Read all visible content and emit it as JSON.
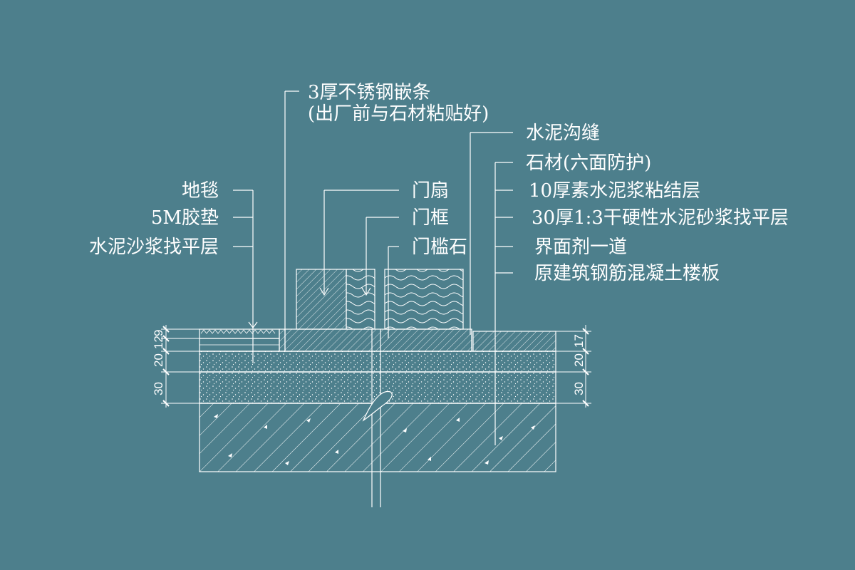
{
  "labels": {
    "left": {
      "carpet": "地毯",
      "rubber_pad": "5M胶垫",
      "cement_screed": "水泥沙浆找平层"
    },
    "top": {
      "steel_strip_1": "3厚不锈钢嵌条",
      "steel_strip_2": "(出厂前与石材粘贴好)"
    },
    "middle": {
      "door_leaf": "门扇",
      "door_frame": "门框",
      "threshold_stone": "门槛石"
    },
    "right": {
      "cement_joint": "水泥沟缝",
      "stone": "石材(六面防护)",
      "bonding_layer": "10厚素水泥浆粘结层",
      "dry_mortar": "30厚1:3干硬性水泥砂浆找平层",
      "interface_agent": "界面剂一道",
      "concrete_slab": "原建筑钢筋混凝土楼板"
    }
  },
  "dimensions": {
    "left": [
      "30",
      "20",
      "12",
      "9"
    ],
    "right": [
      "30",
      "20",
      "17"
    ]
  }
}
